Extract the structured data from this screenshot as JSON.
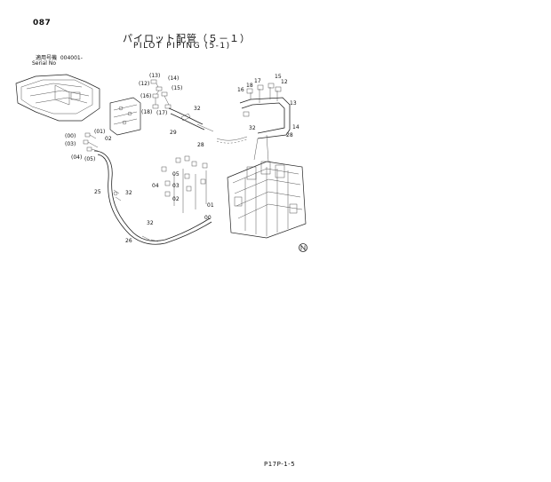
{
  "page_number": "087",
  "title_jp": "パイロット配管（５－１）",
  "title_en": "PILOT PIPING (5-1)",
  "serial": {
    "label_jp": "適用号機",
    "value": "004001-",
    "label_en": "Serial No"
  },
  "callouts": {
    "c13p": "(13)",
    "c14p": "(14)",
    "c12p": "(12)",
    "c15p": "(15)",
    "c16p": "(16)",
    "c18p": "(18)",
    "c17p": "(17)",
    "c01p": "(01)",
    "c00p": "(00)",
    "c02": "02",
    "c03p": "(03)",
    "c04p": "(04)",
    "c05p": "(05)",
    "c32a": "32",
    "c29": "29",
    "c28a": "28",
    "c25": "25",
    "c32b": "32",
    "c04": "04",
    "c05": "05",
    "c03": "03",
    "c02b": "02",
    "c01": "01",
    "c00": "00",
    "c32c": "32",
    "c26": "26",
    "c16": "16",
    "c18": "18",
    "c17": "17",
    "c15": "15",
    "c12": "12",
    "c13": "13",
    "c32d": "32",
    "c14": "14",
    "c28b": "28"
  },
  "footer_code": "P17P-1-5"
}
